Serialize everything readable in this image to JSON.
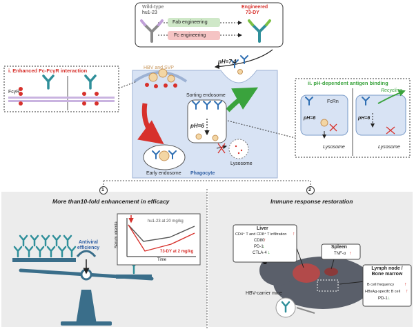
{
  "top": {
    "wild_type_label": "Wild-type",
    "wild_type_name": "hu1-23",
    "engineered_label": "Engineered",
    "engineered_name": "73-DY",
    "fab_engineering": "Fab engineering",
    "fc_engineering": "Fc engineering"
  },
  "mechanism": {
    "ph_74": "pH=7.4",
    "hbv_svp": "HBV and SVP",
    "sorting_endosome": "Sorting endosome",
    "ph_6_center": "pH=6",
    "early_endosome": "Early endosome",
    "phagocyte": "Phagocyte",
    "lysosome": "Lysosome"
  },
  "panel_i": {
    "title": "i. Enhanced Fc-FcγR interaction",
    "fcgr_label": "FcγR"
  },
  "panel_ii": {
    "title": "ii. pH-dependent antigen binding",
    "fcrn_label": "FcRn",
    "recycling": "Recycling",
    "ph_6_left": "pH=6",
    "ph_6_right": "pH=6",
    "lysosome_left": "Lysosome",
    "lysosome_right": "Lysosome"
  },
  "section1": {
    "number": "1",
    "title": "More than10-fold enhancement in efficacy",
    "antiviral": "Antiviral efficiency",
    "chart_ylabel": "Serum viremia",
    "chart_xlabel": "Time",
    "series_hu": "hu1-23 at 20 mg/kg",
    "series_73": "73-DY at 2 mg/kg"
  },
  "section2": {
    "number": "2",
    "title": "Immune response restoration",
    "liver_title": "Liver",
    "liver_items": [
      "CD4⁺ T and CD8⁺ T infiltration",
      "CD80",
      "PD-1",
      "CTLA-4"
    ],
    "spleen_title": "Spleen",
    "spleen_item": "TNF-α",
    "lymph_title": "Lymph node / Bone marrow",
    "lymph_items": [
      "B cell frequency",
      "HBsAg-specifc B cell",
      "PD-1"
    ],
    "mice_label": "HBV-carrier mice"
  },
  "colors": {
    "red": "#d7312c",
    "green": "#3aa33d",
    "blue_panel": "#d8e3f4",
    "grey_panel": "#ececec",
    "teal": "#2f8f9a",
    "purple": "#6b5aa6"
  }
}
